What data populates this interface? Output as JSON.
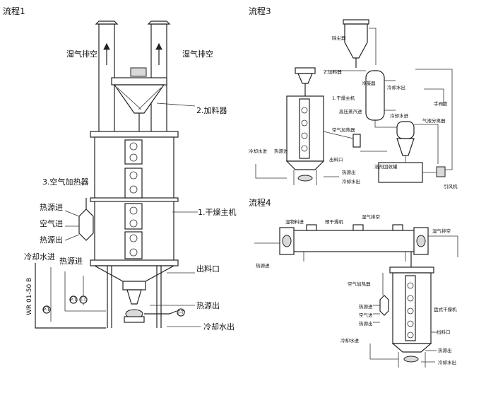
{
  "sections": {
    "flow1": "流程1",
    "flow3": "流程3",
    "flow4": "流程4"
  },
  "flow1": {
    "exhaust_left": "湿气排空",
    "exhaust_right": "湿气排空",
    "feeder": "2.加料器",
    "air_heater": "3.空气加热器",
    "heat_in": "热源进",
    "air_in": "空气进",
    "heat_out": "热源出",
    "main_dryer": "1.干燥主机",
    "cool_in": "冷却水进",
    "heat_in_2": "热源进",
    "outlet": "出料口",
    "heat_out_2": "热源出",
    "cool_out": "冷却水出",
    "model": "WR 01-50 B",
    "gauges": [
      "P-T",
      "P-T",
      "T-T",
      "T-T"
    ]
  },
  "flow3": {
    "dust_collector": "除尘器",
    "feeder": "2.加料器",
    "condenser": "冷凝器",
    "cool_in_top": "冷却水出",
    "main_dryer": "1.干燥主机",
    "hp_steam": "高压蒸汽进",
    "cool_in_mid": "冷却水进",
    "hand_valve": "手阀管",
    "gas_liquid_sep": "气液分离器",
    "air_heater": "空气加热器",
    "cool_in_left": "冷却水进",
    "heat_in": "热源进",
    "outlet": "出料口",
    "solvent_tank": "溶剂回收罐",
    "heat_out": "热源出",
    "cool_out": "冷却水出",
    "fan": "引风机"
  },
  "flow4": {
    "wet_in": "湿物料进",
    "pre_dryer": "预干燥机",
    "exhaust_top": "湿气排空",
    "exhaust_right": "湿气排空",
    "heat_in": "热源进",
    "air_heater": "空气加热器",
    "heat_in_2": "热源进",
    "air_in": "空气进",
    "heat_out": "热源出",
    "disc_dryer": "盘式干燥机",
    "outlet": "出料口",
    "cool_in": "冷却水进",
    "heat_out_2": "热源出",
    "cool_out": "冷却水出"
  }
}
